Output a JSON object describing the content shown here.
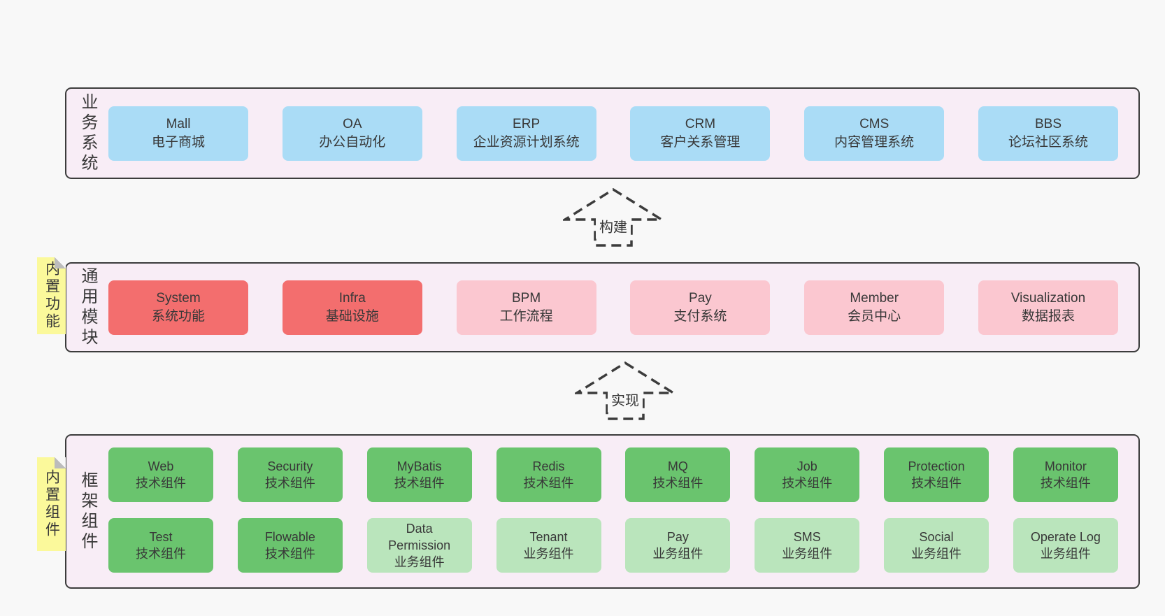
{
  "colors": {
    "page_bg": "#f8f8f8",
    "layer_bg": "#f8edf6",
    "layer_border": "#3c3c3c",
    "box_blue": "#aadcf6",
    "box_red": "#f36e6e",
    "box_pink": "#fbc7d0",
    "box_green": "#6ac46e",
    "box_lightgreen": "#bae5bc",
    "note_yellow": "#fbf99b",
    "text": "#383838"
  },
  "arrows": [
    {
      "label": "构建"
    },
    {
      "label": "实现"
    }
  ],
  "layers": [
    {
      "label": "业务系统",
      "boxes": [
        {
          "title": "Mall",
          "subtitle": "电子商城",
          "variant": "blue"
        },
        {
          "title": "OA",
          "subtitle": "办公自动化",
          "variant": "blue"
        },
        {
          "title": "ERP",
          "subtitle": "企业资源计划系统",
          "variant": "blue"
        },
        {
          "title": "CRM",
          "subtitle": "客户关系管理",
          "variant": "blue"
        },
        {
          "title": "CMS",
          "subtitle": "内容管理系统",
          "variant": "blue"
        },
        {
          "title": "BBS",
          "subtitle": "论坛社区系统",
          "variant": "blue"
        }
      ]
    },
    {
      "label": "通用模块",
      "note": "内置功能",
      "boxes": [
        {
          "title": "System",
          "subtitle": "系统功能",
          "variant": "red"
        },
        {
          "title": "Infra",
          "subtitle": "基础设施",
          "variant": "red"
        },
        {
          "title": "BPM",
          "subtitle": "工作流程",
          "variant": "pink"
        },
        {
          "title": "Pay",
          "subtitle": "支付系统",
          "variant": "pink"
        },
        {
          "title": "Member",
          "subtitle": "会员中心",
          "variant": "pink"
        },
        {
          "title": "Visualization",
          "subtitle": "数据报表",
          "variant": "pink"
        }
      ]
    },
    {
      "label": "框架组件",
      "note": "内置组件",
      "boxes": [
        {
          "title": "Web",
          "subtitle": "技术组件",
          "variant": "green"
        },
        {
          "title": "Security",
          "subtitle": "技术组件",
          "variant": "green"
        },
        {
          "title": "MyBatis",
          "subtitle": "技术组件",
          "variant": "green"
        },
        {
          "title": "Redis",
          "subtitle": "技术组件",
          "variant": "green"
        },
        {
          "title": "MQ",
          "subtitle": "技术组件",
          "variant": "green"
        },
        {
          "title": "Job",
          "subtitle": "技术组件",
          "variant": "green"
        },
        {
          "title": "Protection",
          "subtitle": "技术组件",
          "variant": "green"
        },
        {
          "title": "Monitor",
          "subtitle": "技术组件",
          "variant": "green"
        },
        {
          "title": "Test",
          "subtitle": "技术组件",
          "variant": "green"
        },
        {
          "title": "Flowable",
          "subtitle": "技术组件",
          "variant": "green"
        },
        {
          "title": "Data Permission",
          "subtitle": "业务组件",
          "variant": "lightgreen"
        },
        {
          "title": "Tenant",
          "subtitle": "业务组件",
          "variant": "lightgreen"
        },
        {
          "title": "Pay",
          "subtitle": "业务组件",
          "variant": "lightgreen"
        },
        {
          "title": "SMS",
          "subtitle": "业务组件",
          "variant": "lightgreen"
        },
        {
          "title": "Social",
          "subtitle": "业务组件",
          "variant": "lightgreen"
        },
        {
          "title": "Operate Log",
          "subtitle": "业务组件",
          "variant": "lightgreen"
        }
      ]
    }
  ]
}
